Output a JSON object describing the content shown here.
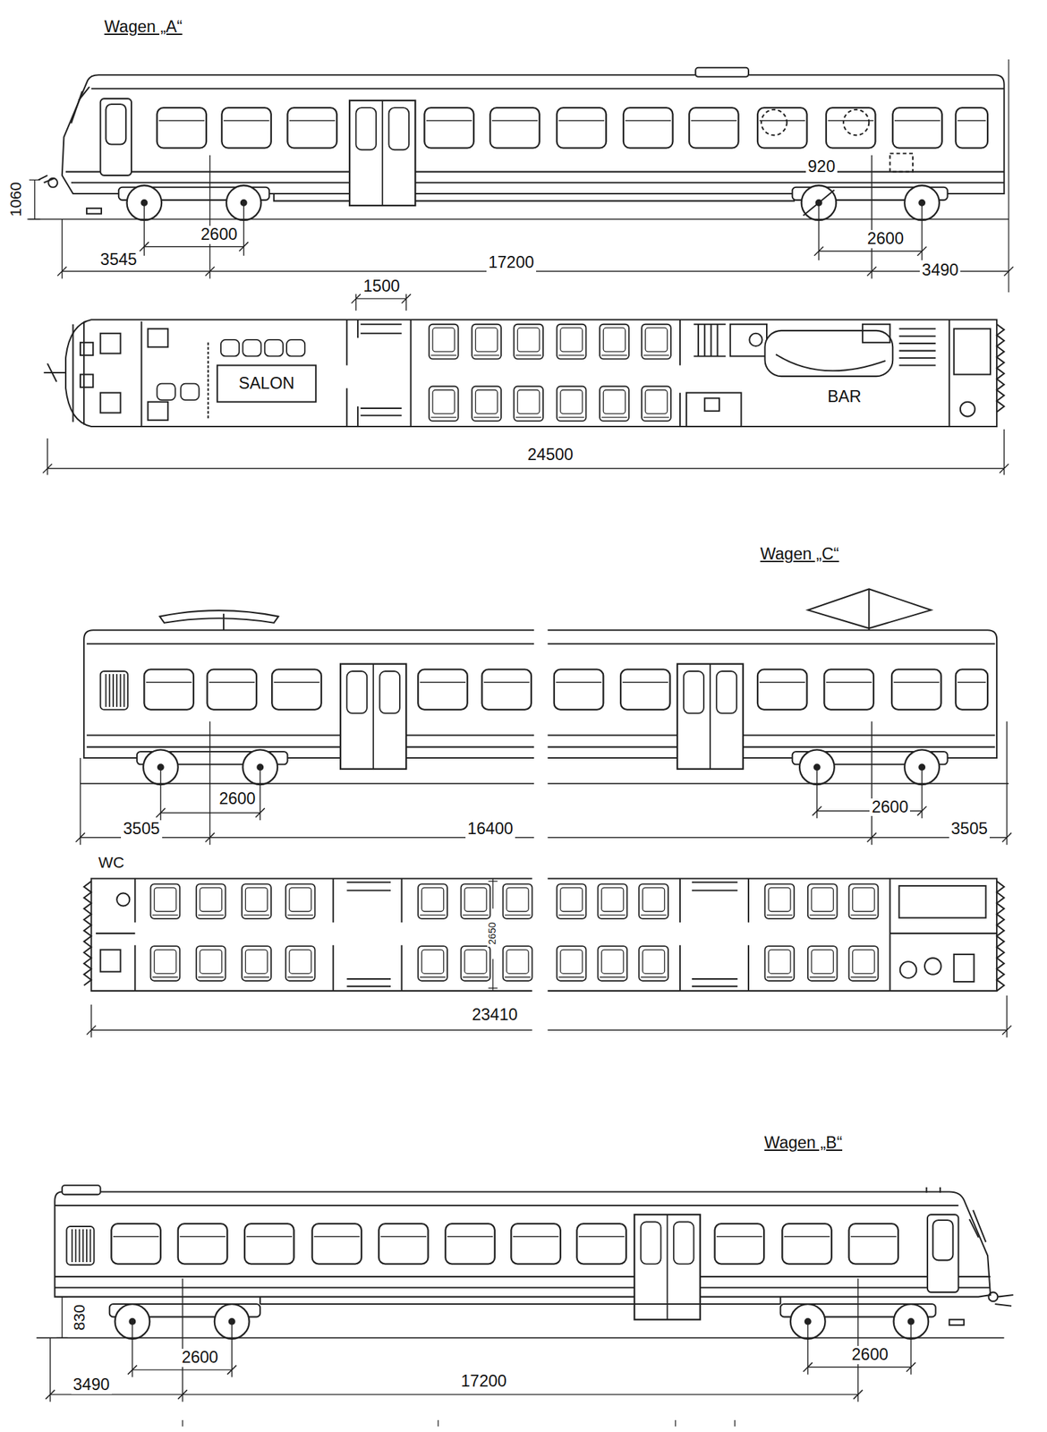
{
  "diagram": {
    "labels": [
      "Wagen „A“",
      "1060",
      "920",
      "2600",
      "2600",
      "3545",
      "17200",
      "3490",
      "1500",
      "SALON",
      "BAR",
      "24500",
      "Wagen „C“",
      "2600",
      "2600",
      "3505",
      "16400",
      "3505",
      "WC",
      "2650",
      "23410",
      "Wagen „B“",
      "830",
      "2600",
      "2600",
      "3490",
      "17200"
    ]
  }
}
